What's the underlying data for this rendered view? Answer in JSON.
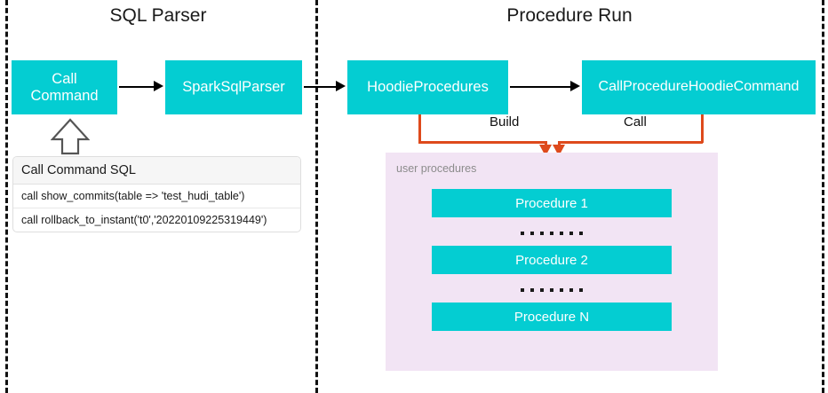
{
  "sections": {
    "left_title": "SQL Parser",
    "right_title": "Procedure Run"
  },
  "nodes": {
    "call_command": "Call\nCommand",
    "call_command_line1": "Call",
    "call_command_line2": "Command",
    "spark_sql_parser": "SparkSqlParser",
    "hoodie_procedures": "HoodieProcedures",
    "call_procedure_hoodie_command": "CallProcedureHoodieCommand"
  },
  "connectors": {
    "build_label": "Build",
    "call_label": "Call"
  },
  "sql_table": {
    "header": "Call Command SQL",
    "rows": [
      "call show_commits(table => 'test_hudi_table')",
      "call rollback_to_instant('t0','20220109225319449')"
    ]
  },
  "procedures_panel": {
    "caption": "user procedures",
    "items": [
      "Procedure 1",
      "Procedure 2",
      "Procedure N"
    ],
    "ellipsis_dot_count": 7
  },
  "colors": {
    "teal": "#04CDD2",
    "orange": "#DE4A1C",
    "panel_pink": "#F2E4F4",
    "divider": "#111111",
    "box_text": "#FFFFFF"
  }
}
